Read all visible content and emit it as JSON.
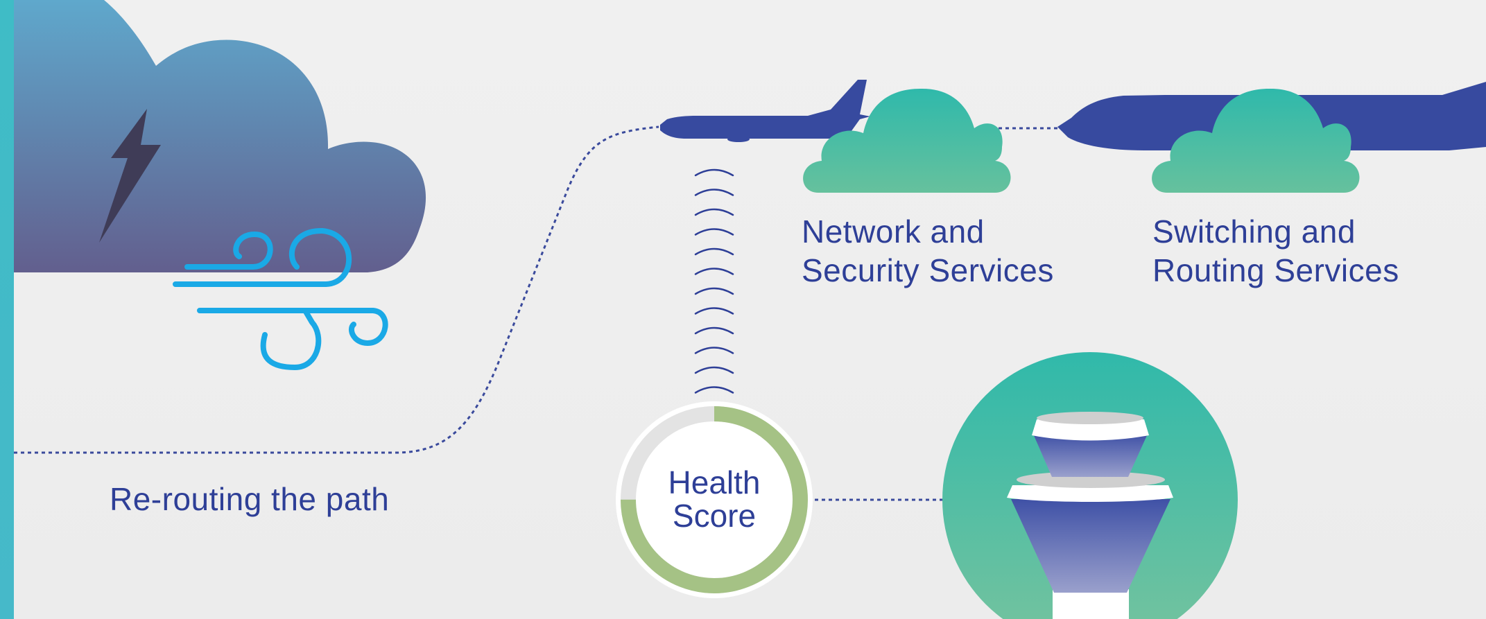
{
  "labels": {
    "rerouting": "Re-routing the path",
    "network_line1": "Network and",
    "network_line2": "Security Services",
    "switching_line1": "Switching and",
    "switching_line2": "Routing Services",
    "health_line1": "Health",
    "health_line2": "Score"
  },
  "health_score": {
    "fill_fraction": 0.75
  },
  "icons": {
    "storm_cloud": "storm-cloud-icon",
    "lightning": "lightning-icon",
    "wind": "wind-icon",
    "airplane_left": "airplane-icon",
    "airplane_right": "airplane-icon",
    "cloud_network": "cloud-icon",
    "cloud_switching": "cloud-icon",
    "signal_waves": "signal-waves-icon",
    "control_tower": "control-tower-icon"
  },
  "colors": {
    "text": "#2e3f97",
    "plane": "#374a9f",
    "cloud_top": "#33b8aa",
    "cloud_bottom": "#67c19c",
    "wind": "#1aa9e6",
    "ring": "#a5c285",
    "rail": "#44bac7"
  }
}
